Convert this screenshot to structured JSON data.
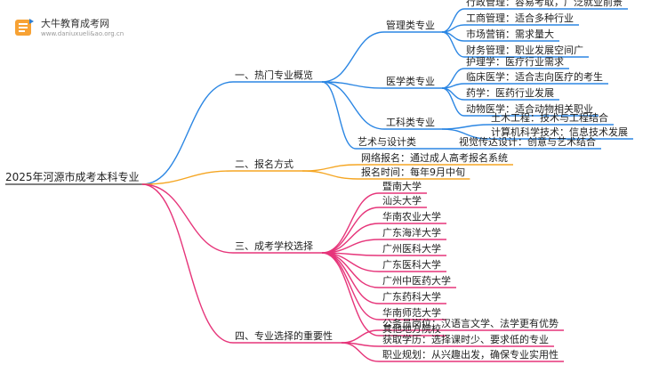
{
  "watermark": {
    "title": "大牛教育成考网",
    "url": "www.daniuxueli&ao.org.cn",
    "colors": {
      "orange": "#f7a234",
      "blue": "#2f7fd3"
    }
  },
  "root": {
    "label": "2025年河源市成考本科专业"
  },
  "colors": {
    "blue": "#2b86e3",
    "orange": "#f5a623",
    "pink": "#e6357a",
    "text": "#222222"
  },
  "branches": [
    {
      "label": "一、热门专业概览",
      "color": "blue",
      "children": [
        {
          "label": "管理类专业",
          "children": [
            {
              "label": "行政管理：容易考取，广泛就业前景"
            },
            {
              "label": "工商管理：适合多种行业"
            },
            {
              "label": "市场营销：需求量大"
            },
            {
              "label": "财务管理：职业发展空间广"
            }
          ]
        },
        {
          "label": "医学类专业",
          "children": [
            {
              "label": "护理学：医疗行业需求"
            },
            {
              "label": "临床医学：适合志向医疗的考生"
            },
            {
              "label": "药学：医药行业发展"
            },
            {
              "label": "动物医学：适合动物相关职业"
            }
          ]
        },
        {
          "label": "工科类专业",
          "children": [
            {
              "label": "土木工程：技术与工程结合"
            },
            {
              "label": "计算机科学技术：信息技术发展"
            }
          ]
        },
        {
          "label": "艺术与设计类",
          "children": [
            {
              "label": "视觉传达设计：创意与艺术结合"
            }
          ]
        }
      ]
    },
    {
      "label": "二、报名方式",
      "color": "orange",
      "children": [
        {
          "label": "网络报名：通过成人高考报名系统"
        },
        {
          "label": "报名时间：每年9月中旬"
        }
      ]
    },
    {
      "label": "三、成考学校选择",
      "color": "pink",
      "children": [
        {
          "label": "暨南大学"
        },
        {
          "label": "汕头大学"
        },
        {
          "label": "华南农业大学"
        },
        {
          "label": "广东海洋大学"
        },
        {
          "label": "广州医科大学"
        },
        {
          "label": "广东医科大学"
        },
        {
          "label": "广州中医药大学"
        },
        {
          "label": "广东药科大学"
        },
        {
          "label": "华南师范大学"
        },
        {
          "label": "其他地方院校"
        }
      ]
    },
    {
      "label": "四、专业选择的重要性",
      "color": "pink",
      "children": [
        {
          "label": "公务员岗位：汉语言文学、法学更有优势"
        },
        {
          "label": "获取学历：选择课时少、要求低的专业"
        },
        {
          "label": "职业规划：从兴趣出发，确保专业实用性"
        }
      ]
    }
  ]
}
